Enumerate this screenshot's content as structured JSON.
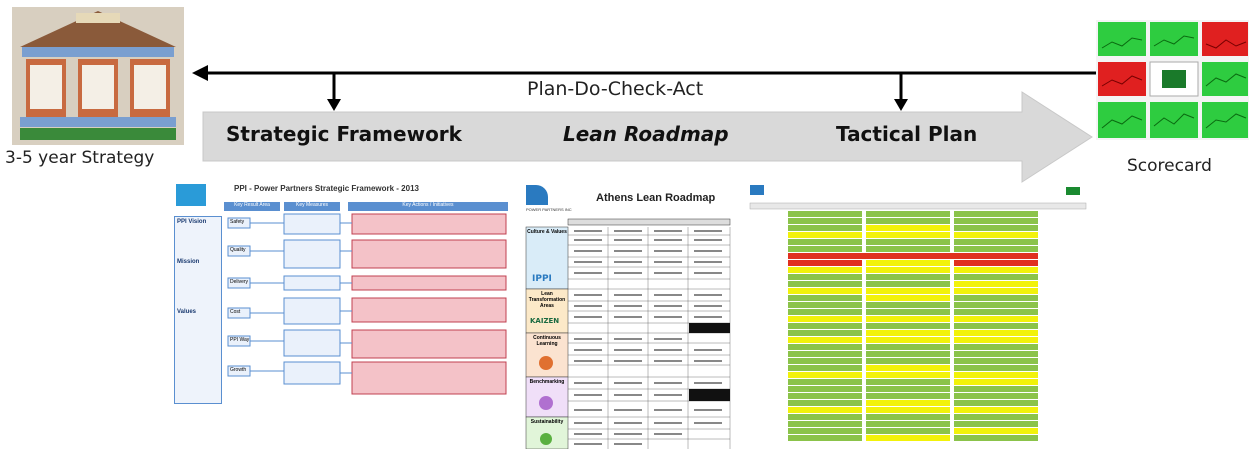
{
  "diagram": {
    "left_caption": "3-5 year Strategy",
    "right_caption": "Scorecard",
    "cycle_label": "Plan-Do-Check-Act",
    "stages": [
      {
        "label": "Strategic Framework",
        "italic": false
      },
      {
        "label": "Lean Roadmap",
        "italic": true
      },
      {
        "label": "Tactical Plan",
        "italic": false
      }
    ]
  },
  "colors": {
    "arrow_fill": "#d9d9d9",
    "line": "#000000",
    "scorecard_green": "#2ecc40",
    "scorecard_red": "#e02020",
    "tactical_green": "#8bc34a",
    "tactical_yellow": "#f2f20a",
    "tactical_red": "#e03020",
    "framework_blue": "#5a8fd0",
    "framework_pink": "#f4c2c8"
  },
  "thumbnails": {
    "strategy_house": {
      "icon": "strategy-house-image"
    },
    "scorecard": {
      "icon": "scorecard-image"
    },
    "framework_doc": {
      "title": "PPI - Power Partners Strategic Framework - 2013",
      "col1": "Key Result Area",
      "col2": "Key Measures",
      "col3": "Key Actions / Initiatives",
      "sidebar": [
        "PPI Vision",
        "Mission",
        "Values"
      ],
      "areas": [
        "Safety",
        "Quality",
        "Delivery",
        "Cost",
        "PPI Way",
        "Growth"
      ]
    },
    "roadmap_doc": {
      "title": "Athens Lean Roadmap",
      "brand": "POWER PARTNERS INC",
      "rows": [
        "Culture & Values",
        "Lean Transformation Areas",
        "Continuous Learning",
        "Benchmarking",
        "Sustainability"
      ]
    },
    "tactical_doc": {
      "icon": "tactical-plan-image"
    }
  }
}
